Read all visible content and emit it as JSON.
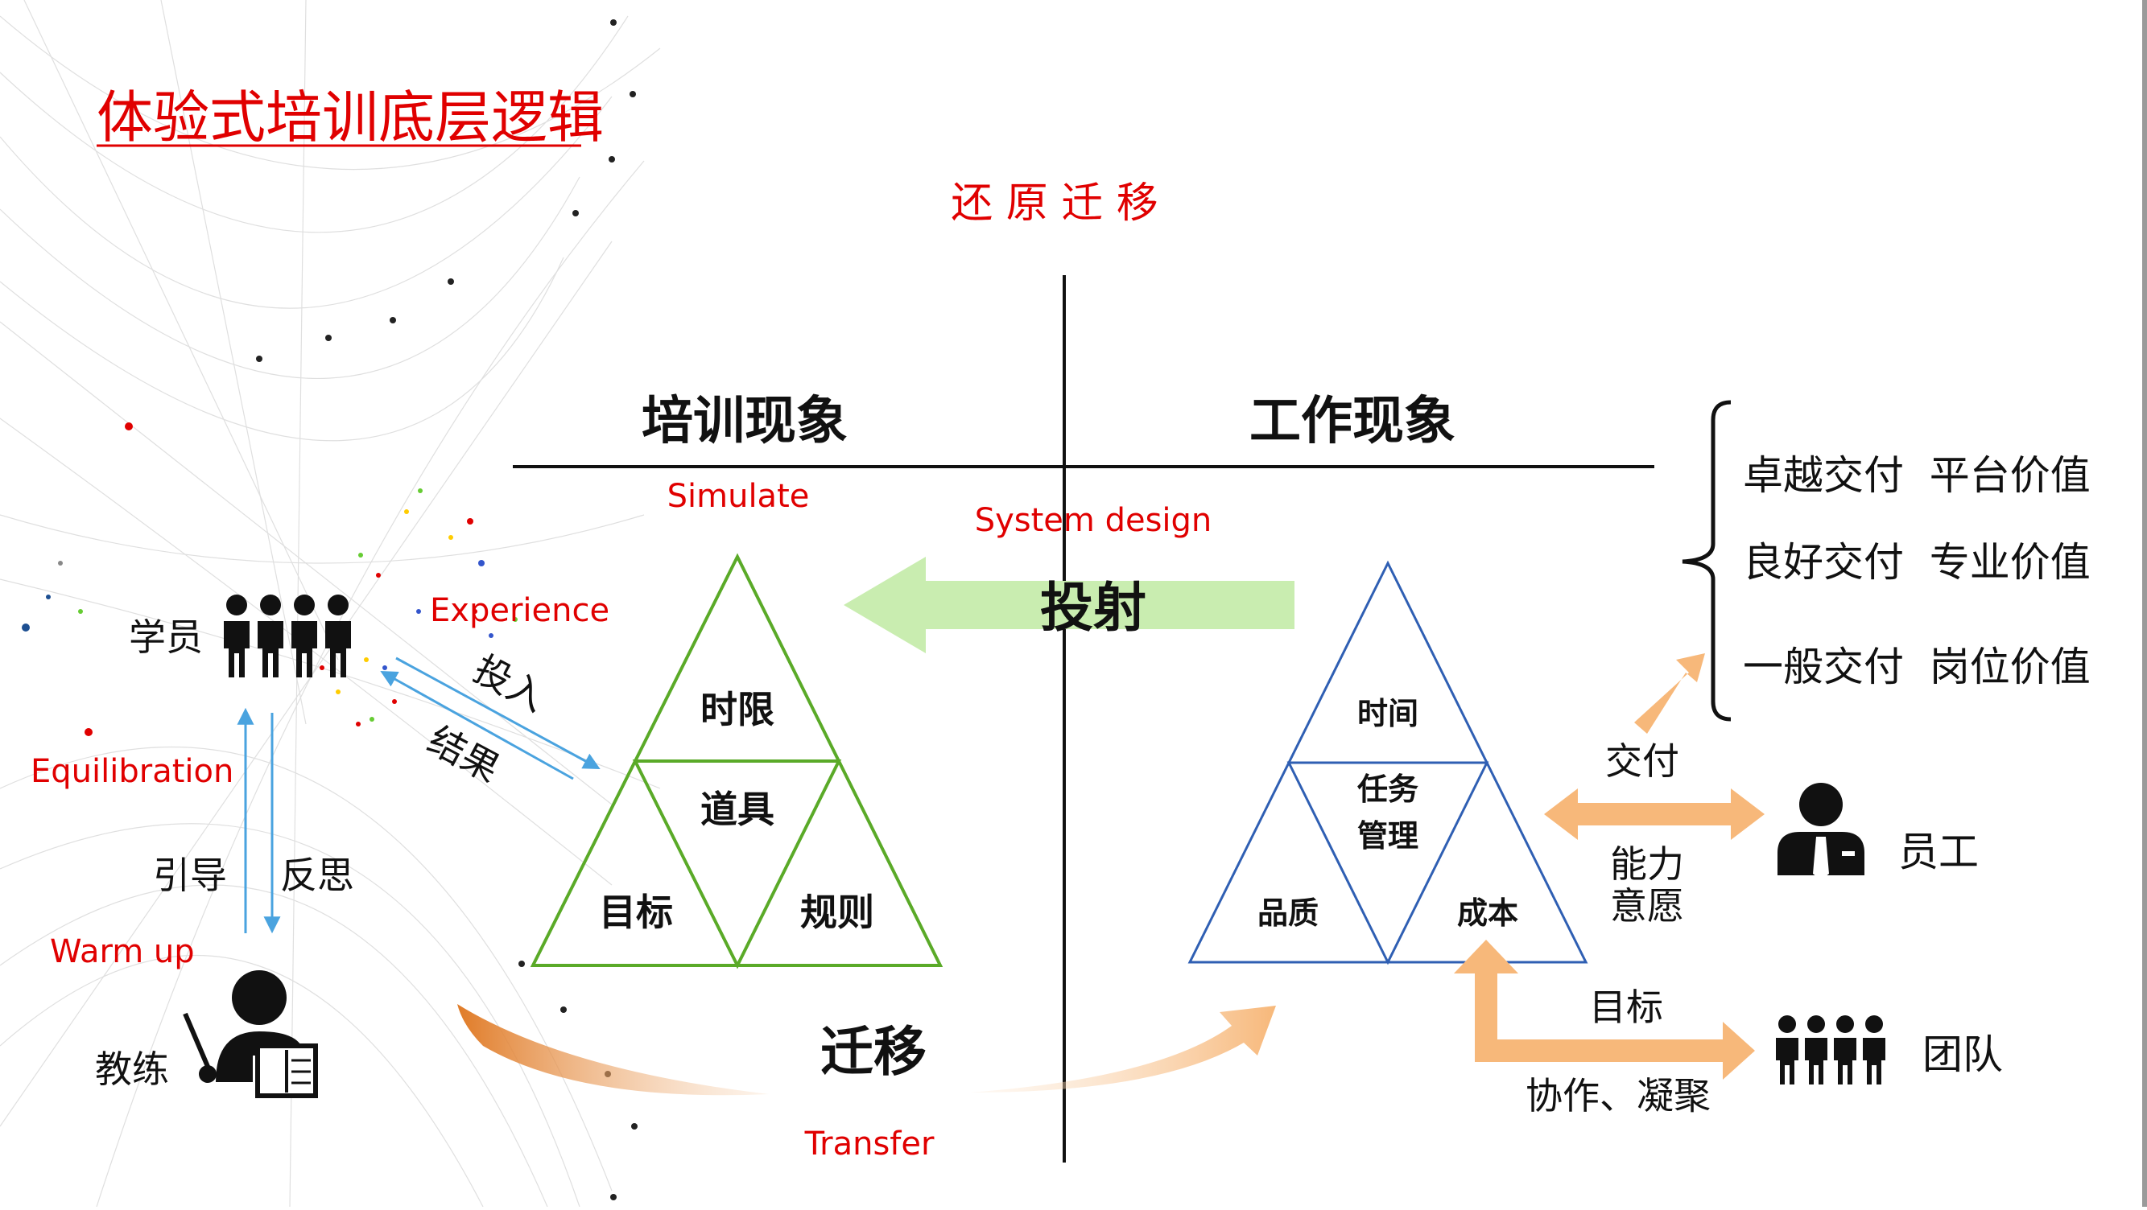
{
  "title": "体验式培训底层逻辑",
  "subtitle": "还 原 迁 移",
  "header": {
    "left": "培训现象",
    "right": "工作现象"
  },
  "labels": {
    "simulate": "Simulate",
    "system_design": "System design",
    "projection": "投射",
    "experience": "Experience",
    "invest": "投入",
    "result": "结果",
    "equilibration": "Equilibration",
    "guide": "引导",
    "reflect": "反思",
    "warm_up": "Warm up",
    "student": "学员",
    "coach": "教练",
    "transfer_cn": "迁移",
    "transfer_en": "Transfer"
  },
  "training_triangle": {
    "top": "时限",
    "center": "道具",
    "left": "目标",
    "right": "规则"
  },
  "work_triangle": {
    "top": "时间",
    "center_line1": "任务",
    "center_line2": "管理",
    "left": "品质",
    "right": "成本"
  },
  "delivery": {
    "items": [
      "卓越交付  平台价值",
      "良好交付  专业价值",
      "一般交付  岗位价值"
    ],
    "deliver": "交付",
    "ability": "能力",
    "willingness": "意愿",
    "employee": "员工",
    "goal": "目标",
    "team": "团队",
    "cooperate": "协作、凝聚"
  },
  "colors": {
    "red": "#e00000",
    "green": "#5aaa28",
    "blue": "#2f5fb3",
    "orange": "#f7b87a",
    "light_green": "#c9edb0",
    "arrow_blue": "#4aa3df"
  }
}
